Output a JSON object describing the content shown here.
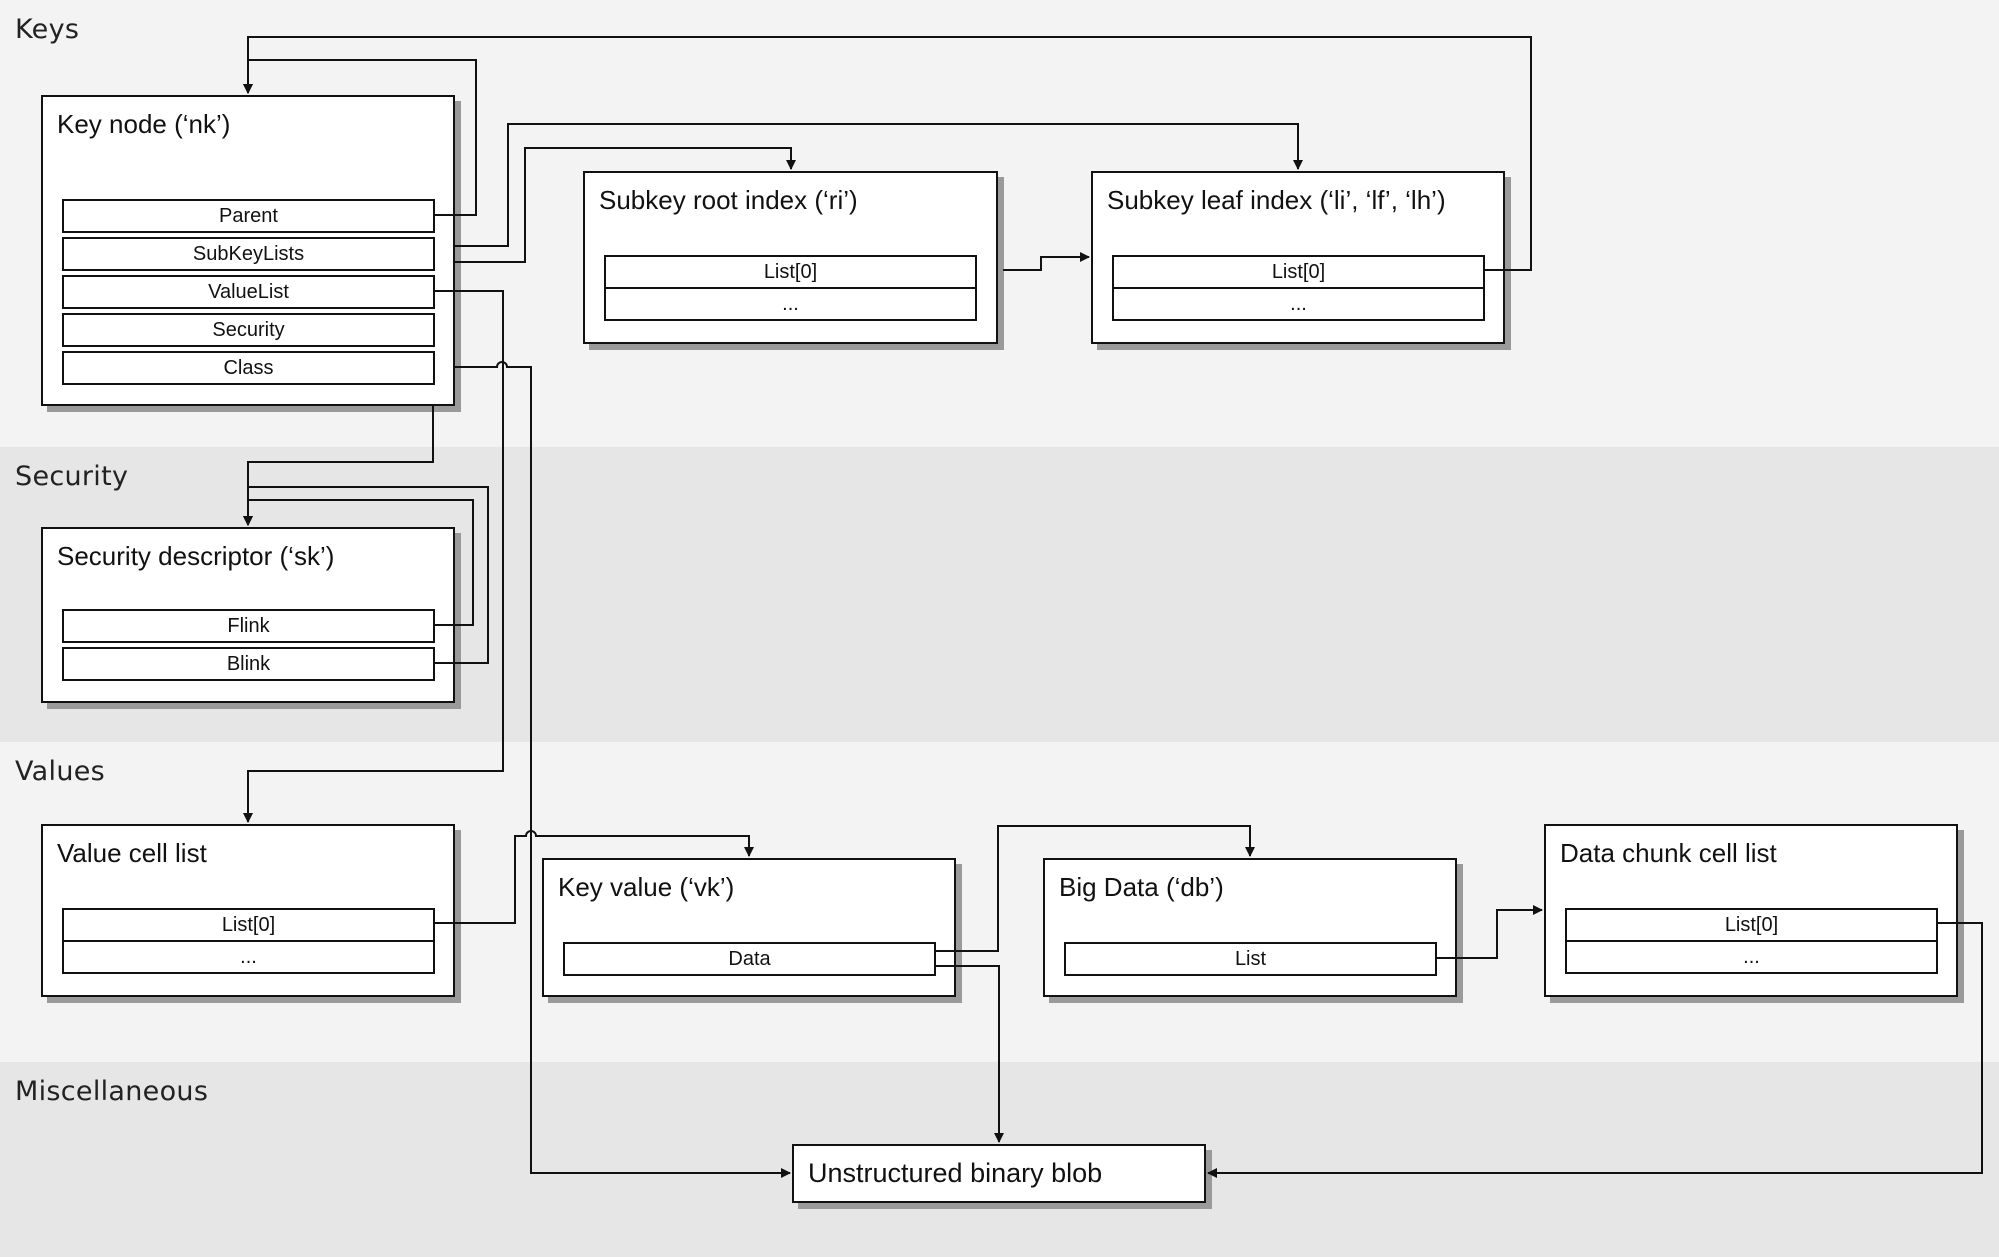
{
  "sections": {
    "keys": "Keys",
    "security": "Security",
    "values": "Values",
    "misc": "Miscellaneous"
  },
  "key_node": {
    "title": "Key node (‘nk’)",
    "fields": [
      "Parent",
      "SubKeyLists",
      "ValueList",
      "Security",
      "Class"
    ]
  },
  "subkey_root": {
    "title": "Subkey root index (‘ri’)",
    "fields": [
      "List[0]",
      "..."
    ]
  },
  "subkey_leaf": {
    "title": "Subkey leaf index (‘li’, ‘lf’, ‘lh’)",
    "fields": [
      "List[0]",
      "..."
    ]
  },
  "security_descriptor": {
    "title": "Security descriptor (‘sk’)",
    "fields": [
      "Flink",
      "Blink"
    ]
  },
  "value_cell_list": {
    "title": "Value cell list",
    "fields": [
      "List[0]",
      "..."
    ]
  },
  "key_value": {
    "title": "Key value (‘vk’)",
    "fields": [
      "Data"
    ]
  },
  "big_data": {
    "title": "Big Data (‘db’)",
    "fields": [
      "List"
    ]
  },
  "data_chunk": {
    "title": "Data chunk cell list",
    "fields": [
      "List[0]",
      "..."
    ]
  },
  "blob": {
    "title": "Unstructured binary blob"
  }
}
